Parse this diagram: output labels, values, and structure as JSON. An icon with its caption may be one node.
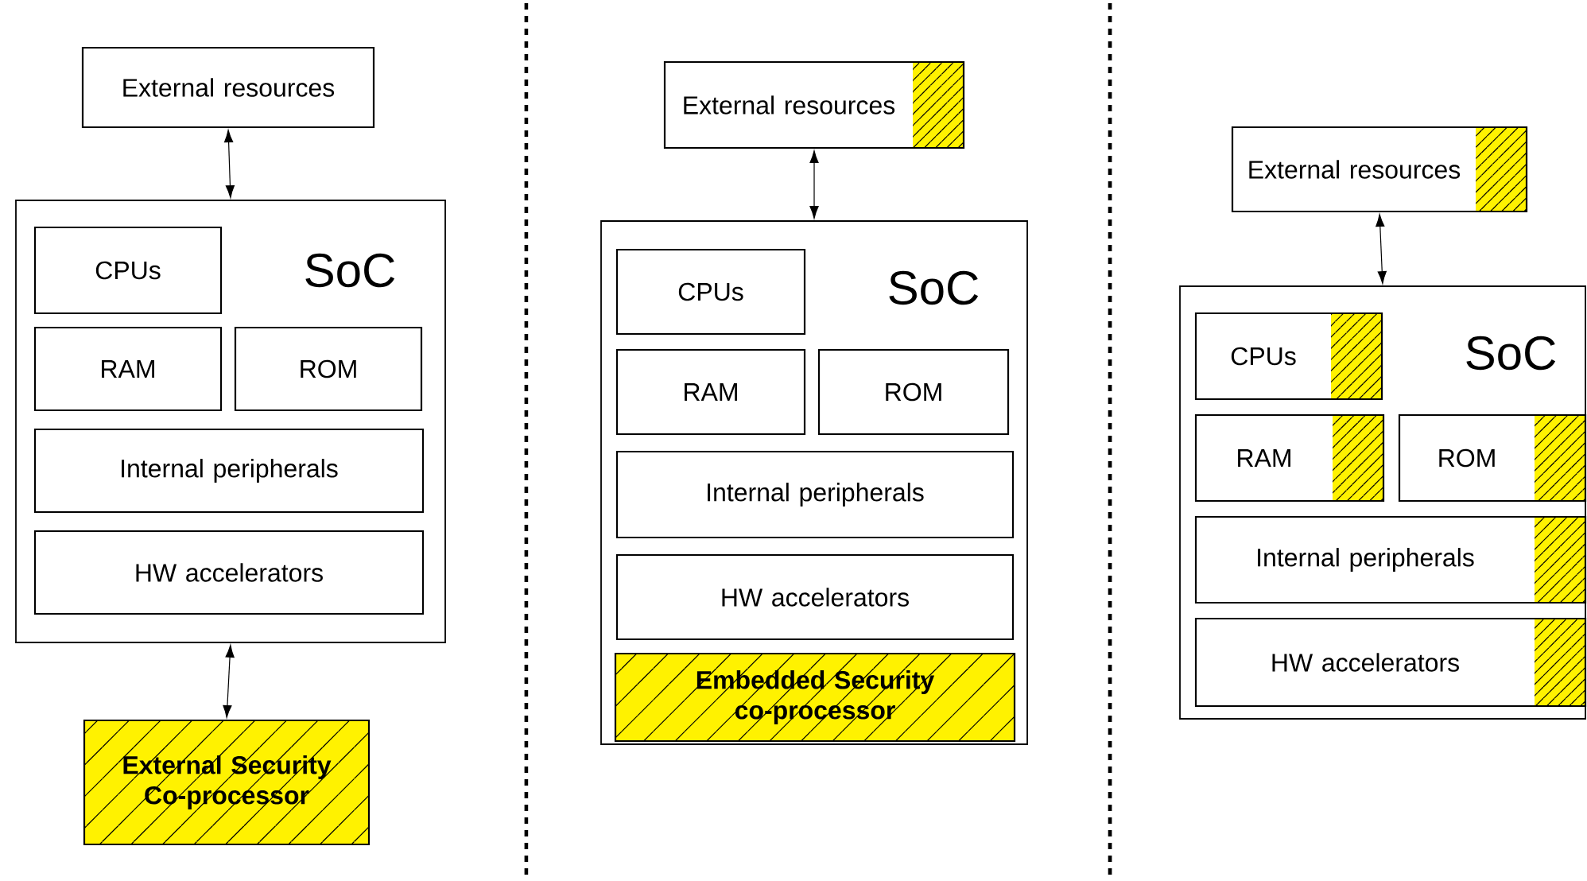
{
  "diagram": {
    "nodes": [
      {
        "text": [
          "External resources"
        ]
      },
      {
        "text": [
          "SoC"
        ]
      },
      {
        "text": [
          "CPUs"
        ],
        "in": 1
      },
      {
        "text": [
          "RAM"
        ],
        "in": 1
      },
      {
        "text": [
          "ROM"
        ],
        "in": 1
      },
      {
        "text": [
          "Internal peripherals"
        ],
        "in": 1
      },
      {
        "text": [
          "HW accelerators"
        ],
        "in": 1
      },
      {
        "text": [
          "External Security Co-processor"
        ]
      },
      {
        "text": [
          "External resources"
        ]
      },
      {
        "text": [
          "SoC"
        ]
      },
      {
        "text": [
          "CPUs"
        ],
        "in": 9
      },
      {
        "text": [
          "RAM"
        ],
        "in": 9
      },
      {
        "text": [
          "ROM"
        ],
        "in": 9
      },
      {
        "text": [
          "Internal peripherals"
        ],
        "in": 9
      },
      {
        "text": [
          "HW accelerators"
        ],
        "in": 9
      },
      {
        "text": [
          "Embedded Security co-processor"
        ],
        "in": 9
      },
      {
        "text": [
          "External resources"
        ]
      },
      {
        "text": [
          "SoC"
        ]
      },
      {
        "text": [
          "CPUs"
        ],
        "in": 17
      },
      {
        "text": [
          "RAM"
        ],
        "in": 17
      },
      {
        "text": [
          "ROM"
        ],
        "in": 17
      },
      {
        "text": [
          "Internal peripherals"
        ],
        "in": 17
      },
      {
        "text": [
          "HW accelerators"
        ],
        "in": 17
      }
    ],
    "edges": [
      {
        "from": 0,
        "to": 1,
        "arrow": "both"
      },
      {
        "from": 1,
        "to": 7,
        "arrow": "both"
      },
      {
        "from": 8,
        "to": 9,
        "arrow": "both"
      },
      {
        "from": 16,
        "to": 17,
        "arrow": "both"
      }
    ]
  }
}
